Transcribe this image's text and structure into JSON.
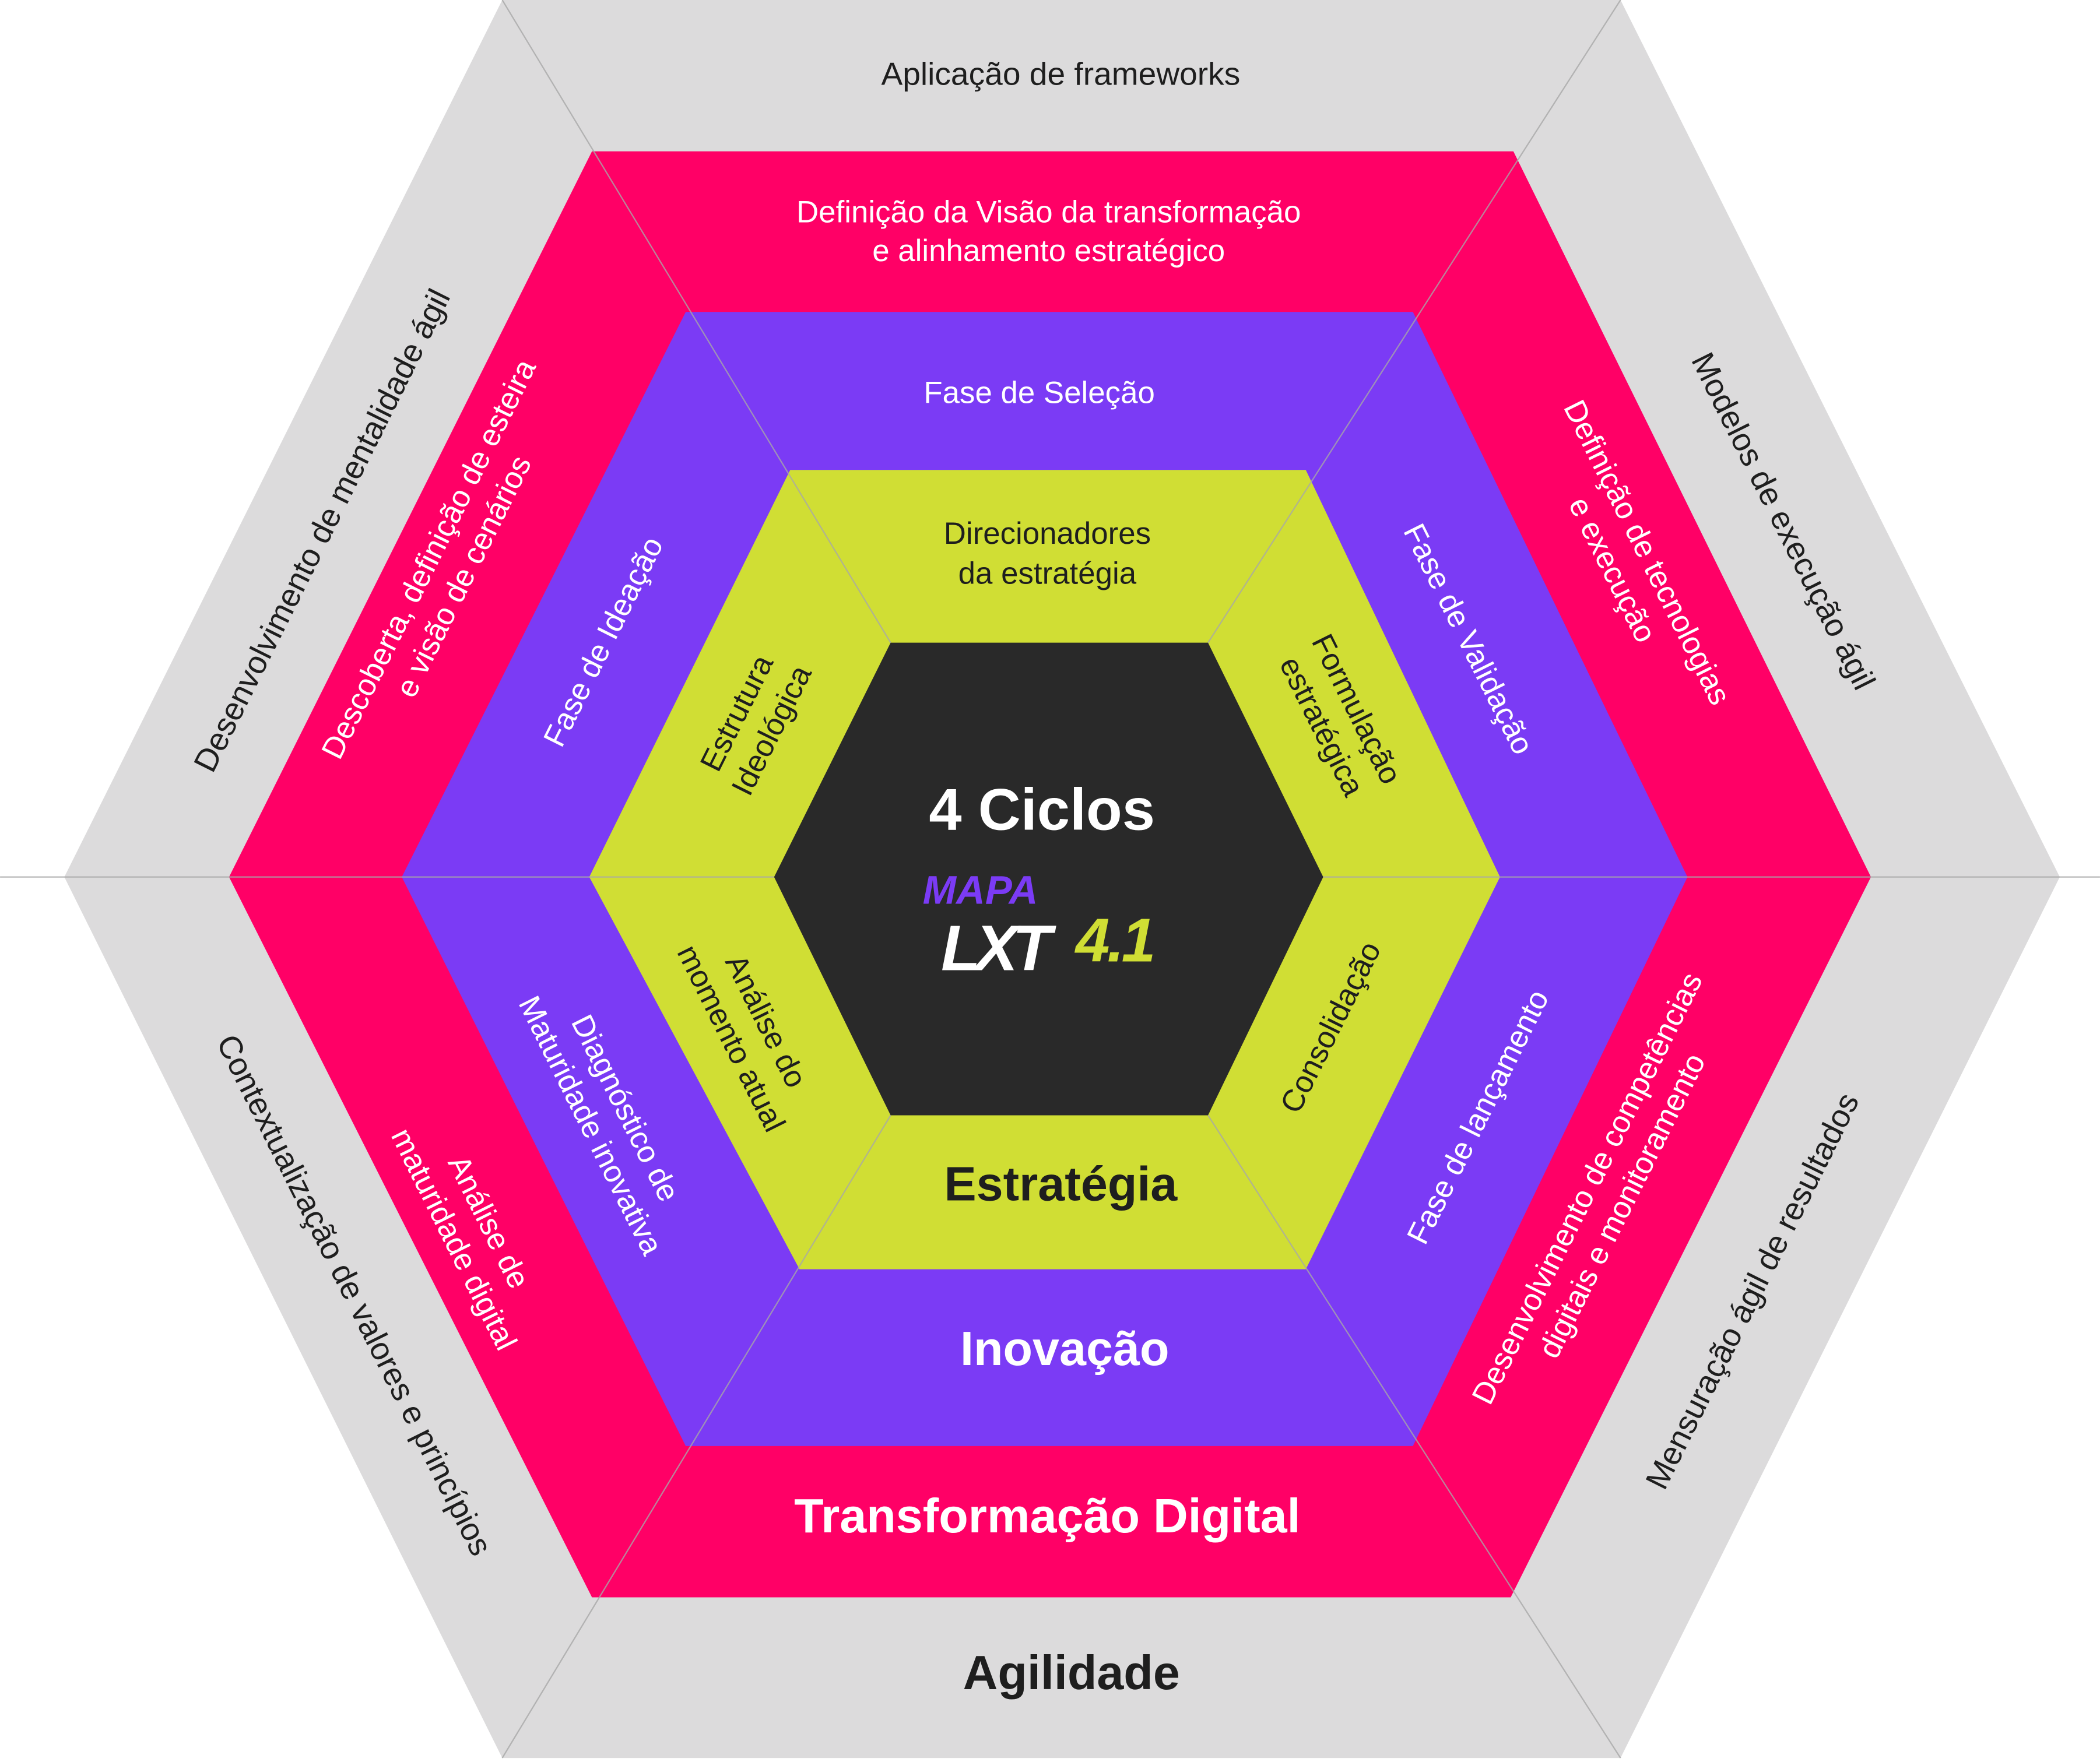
{
  "colors": {
    "agility": "#dcdbdc",
    "digital_transformation": "#ff0066",
    "innovation": "#7b3bf5",
    "strategy": "#d0de34",
    "core": "#292929"
  },
  "agility": {
    "title": "Agilidade",
    "top": "Aplicação de frameworks",
    "upper_left": "Desenvolvimento de mentalidade ágil",
    "upper_right": "Modelos de execução ágil",
    "lower_left": "Contextualização de valores e princípios",
    "lower_right": "Mensuração ágil de resultados"
  },
  "digital_transformation": {
    "title": "Transformação Digital",
    "top": [
      "Definição da Visão  da transformação",
      "e alinhamento estratégico"
    ],
    "upper_left": [
      "Descoberta, definição de esteira",
      "e visão de cenários"
    ],
    "upper_right": [
      "Definição de tecnologias",
      "e execução"
    ],
    "lower_left": [
      "Análise de",
      "maturidade digital"
    ],
    "lower_right": [
      "Desenvolvimento de competências",
      "digitais e monitoramento"
    ]
  },
  "innovation": {
    "title": "Inovação",
    "top": "Fase de Seleção",
    "upper_left": "Fase de Ideação",
    "upper_right": "Fase de Validação",
    "lower_left": [
      "Diagnóstico de",
      "Maturidade inovativa"
    ],
    "lower_right": "Fase de lançamento"
  },
  "strategy": {
    "title": "Estratégia",
    "top": [
      "Direcionadores",
      "da estratégia"
    ],
    "upper_left": [
      "Estrutura",
      "Ideológica"
    ],
    "upper_right": [
      "Formulação",
      "estratégica"
    ],
    "lower_left": [
      "Análise do",
      "momento atual"
    ],
    "lower_right": "Consolidação"
  },
  "core": {
    "title": "4 Ciclos",
    "logo": {
      "line1": "MAPA",
      "lxt": "LXT",
      "version": "4.1"
    }
  }
}
